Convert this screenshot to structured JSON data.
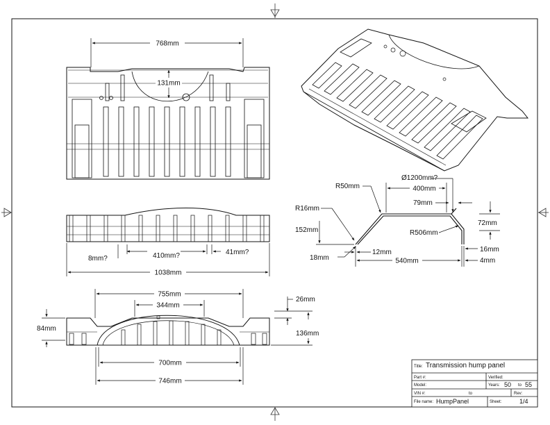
{
  "drawing": {
    "top_view": {
      "width_label": "768mm",
      "hump_label": "131mm"
    },
    "side_view": {
      "left_label": "8mm?",
      "middle_label": "410mm?",
      "right_label": "41mm?",
      "overall_label": "1038mm"
    },
    "front_view": {
      "outer_top_label": "755mm",
      "arch_top_label": "344mm",
      "right_small_label": "26mm",
      "left_height_label": "84mm",
      "right_height_label": "136mm",
      "inner_bottom_label": "700mm",
      "outer_bottom_label": "746mm"
    },
    "profile_view": {
      "diameter_label": "Ø1200mm?",
      "r50_label": "R50mm",
      "flat_label": "400mm",
      "r16_label": "R16mm",
      "len79_label": "79mm",
      "h72_label": "72mm",
      "h152_label": "152mm",
      "r506_label": "R506mm",
      "w12_label": "12mm",
      "h18_label": "18mm",
      "w16_label": "16mm",
      "w540_label": "540mm",
      "w4_label": "4mm"
    }
  },
  "title_block": {
    "title_caption": "Title:",
    "title_value": "Transmission hump panel",
    "part_caption": "Part #:",
    "verified_caption": "Verified:",
    "model_caption": "Model:",
    "years_caption": "Years:",
    "years_from": "50",
    "years_to_caption": "to",
    "years_to": "55",
    "vin_caption": "VIN #:",
    "vin_to_caption": "to",
    "rev_caption": "Rev:",
    "filename_caption": "File name:",
    "filename_value": "HumpPanel",
    "sheet_caption": "Sheet:",
    "sheet_value": "1/4"
  }
}
